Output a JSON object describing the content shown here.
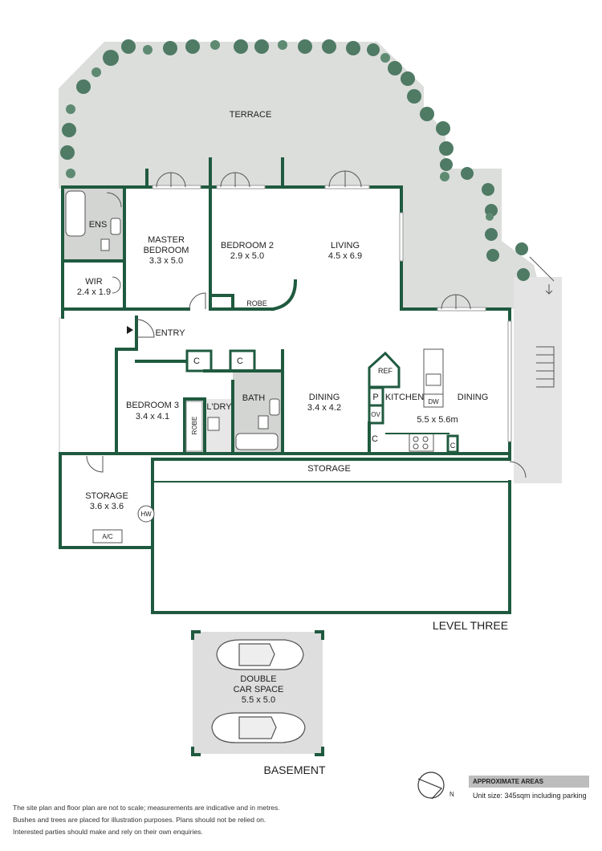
{
  "rooms": {
    "terrace": "TERRACE",
    "ens": "ENS",
    "master_name": "MASTER",
    "master_name2": "BEDROOM",
    "master_size": "3.3 x 5.0",
    "wir": "WIR",
    "wir_size": "2.4 x 1.9",
    "bed2_name": "BEDROOM 2",
    "bed2_size": "2.9 x 5.0",
    "robe": "ROBE",
    "living": "LIVING",
    "living_size": "4.5 x 6.9",
    "entry": "ENTRY",
    "c": "C",
    "bath": "BATH",
    "ldry": "L'DRY",
    "bed3_name": "BEDROOM 3",
    "bed3_size": "3.4 x 4.1",
    "robe_vertical": "ROBE",
    "dining_name": "DINING",
    "dining_size": "3.4 x 4.2",
    "ref": "REF",
    "pantry": "P",
    "kitchen": "KITCHEN",
    "dw": "DW",
    "ov": "OV",
    "dining2_name": "DINING",
    "kitchen_size": "5.5 x 5.6m",
    "storage_strip": "STORAGE",
    "storage_name": "STORAGE",
    "storage_size": "3.6 x 3.6",
    "hw": "HW",
    "ac": "A/C",
    "car_line1": "DOUBLE",
    "car_line2": "CAR SPACE",
    "car_size": "5.5 x 5.0"
  },
  "level_labels": {
    "level_three": "LEVEL THREE",
    "basement": "BASEMENT"
  },
  "compass": {
    "north": "N"
  },
  "areas": {
    "heading": "APPROXIMATE AREAS",
    "value": "Unit size: 345sqm including parking"
  },
  "disclaimer": {
    "line1": "The site plan and floor plan are not to scale; measurements are indicative and in metres.",
    "line2": "Bushes and trees are placed for illustration purposes. Plans should not be relied on.",
    "line3": "Interested parties should make and rely on their own enquiries."
  },
  "colors": {
    "wall": "#1f5a3f",
    "terrace_fill": "#dcdedc",
    "floor_fill": "#ffffff",
    "wet_area_fill": "#cfd2cf",
    "tree": "#4f7a64",
    "parking_fill": "#dedede"
  },
  "icons": {
    "entry_arrow": "triangle-right",
    "compass": "north-arrow",
    "car": "car-top-view"
  }
}
